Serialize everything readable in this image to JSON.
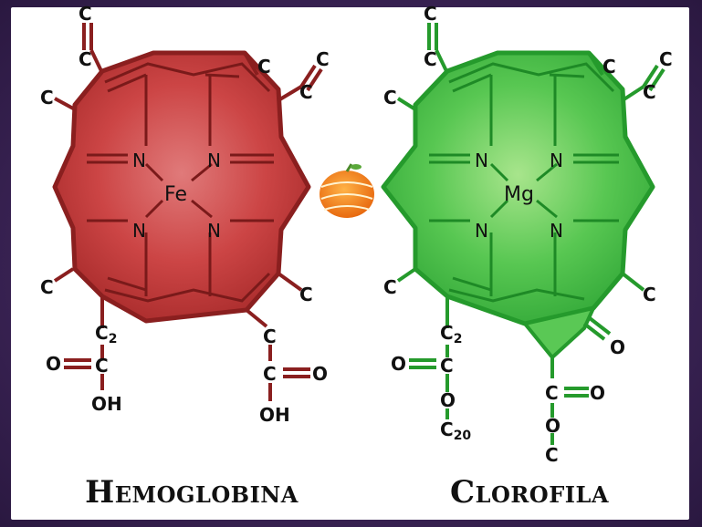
{
  "left_molecule": {
    "metal": "Fe",
    "nitrogen": [
      "N",
      "N",
      "N",
      "N"
    ],
    "carbon": "C",
    "c2": "C",
    "c2_sub": "2",
    "oxygen": "O",
    "hydroxyl": "OH",
    "caption": "Hemoglobina",
    "color": "#c63a3a"
  },
  "right_molecule": {
    "metal": "Mg",
    "nitrogen": [
      "N",
      "N",
      "N",
      "N"
    ],
    "carbon": "C",
    "c2": "C",
    "c2_sub": "2",
    "c20": "C",
    "c20_sub": "20",
    "oxygen": "O",
    "caption": "Clorofila",
    "color": "#3cb83c"
  },
  "icons": [
    "orange-fruit-icon"
  ]
}
